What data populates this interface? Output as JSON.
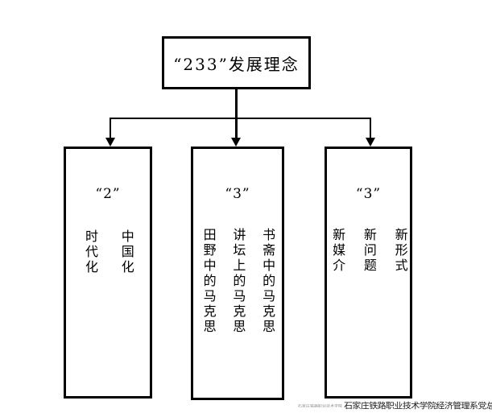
{
  "diagram": {
    "root": {
      "label": "“233”发展理念"
    },
    "branches": [
      {
        "heading": "“2”",
        "columns": [
          "中国化",
          "时代化"
        ]
      },
      {
        "heading": "“3”",
        "columns": [
          "书斋中的马克思",
          "讲坛上的马克思",
          "田野中的马克思"
        ]
      },
      {
        "heading": "“3”",
        "columns": [
          "新形式",
          "新问题",
          "新媒介"
        ]
      }
    ]
  },
  "watermark": {
    "logo_text": "石家庄铁路职业技术学院",
    "text": "石家庄铁路职业技术学院经济管理系党总支"
  },
  "colors": {
    "line": "#000000",
    "background": "#ffffff",
    "watermark_text": "#1a1a1a"
  }
}
